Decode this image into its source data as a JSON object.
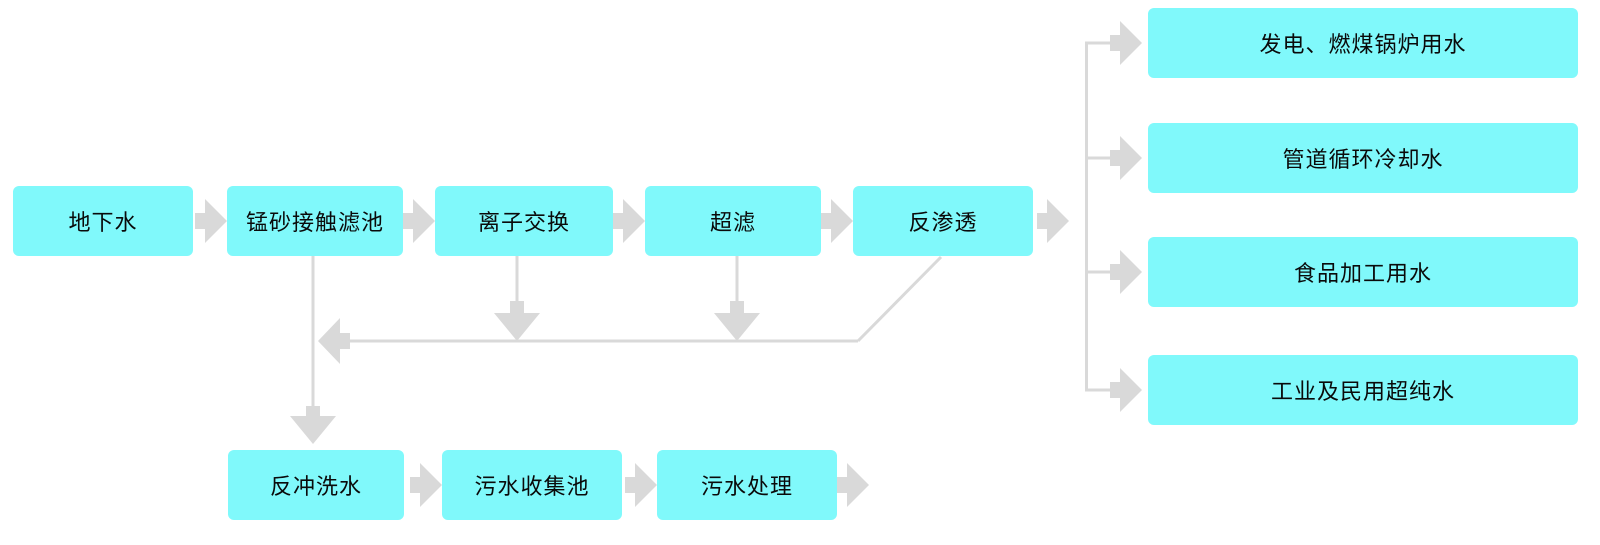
{
  "diagram": {
    "type": "flowchart",
    "subject": "water-treatment-process",
    "nodes": {
      "groundwater": {
        "label": "地下水"
      },
      "manganese_filter": {
        "label": "锰砂接触滤池"
      },
      "ion_exchange": {
        "label": "离子交换"
      },
      "ultrafiltration": {
        "label": "超滤"
      },
      "reverse_osmosis": {
        "label": "反渗透"
      },
      "power_boiler_water": {
        "label": "发电、燃煤锅炉用水"
      },
      "pipe_cooling_water": {
        "label": "管道循环冷却水"
      },
      "food_processing_water": {
        "label": "食品加工用水"
      },
      "ultrapure_water": {
        "label": "工业及民用超纯水"
      },
      "backwash_water": {
        "label": "反冲洗水"
      },
      "sewage_collection": {
        "label": "污水收集池"
      },
      "sewage_treatment": {
        "label": "污水处理"
      }
    },
    "edges": [
      {
        "from": "地下水",
        "to": "锰砂接触滤池"
      },
      {
        "from": "锰砂接触滤池",
        "to": "离子交换"
      },
      {
        "from": "离子交换",
        "to": "超滤"
      },
      {
        "from": "超滤",
        "to": "反渗透"
      },
      {
        "from": "反渗透",
        "to": "发电、燃煤锅炉用水"
      },
      {
        "from": "反渗透",
        "to": "管道循环冷却水"
      },
      {
        "from": "反渗透",
        "to": "食品加工用水"
      },
      {
        "from": "反渗透",
        "to": "工业及民用超纯水"
      },
      {
        "from": "锰砂接触滤池",
        "to": "反冲洗水"
      },
      {
        "from": "离子交换",
        "to": "反冲洗水"
      },
      {
        "from": "超滤",
        "to": "反冲洗水"
      },
      {
        "from": "反渗透",
        "to": "反冲洗水"
      },
      {
        "from": "反冲洗水",
        "to": "污水收集池"
      },
      {
        "from": "污水收集池",
        "to": "污水处理"
      },
      {
        "from": "污水处理",
        "to": ""
      }
    ],
    "colors": {
      "box_fill": "#80F9FB",
      "connector": "#D9D9D9",
      "text": "#0A0A0A",
      "background": "#FFFFFF"
    }
  }
}
